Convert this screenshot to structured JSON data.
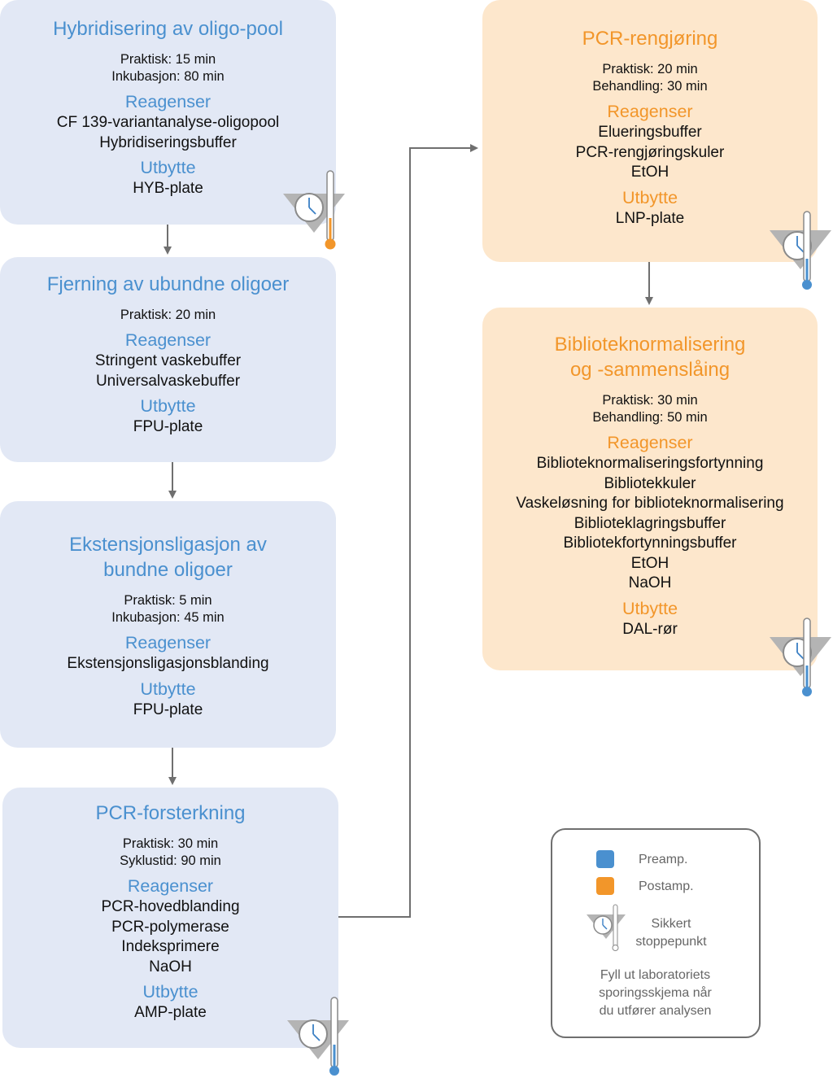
{
  "steps": [
    {
      "title_lines": [
        "Hybridisering av oligo-pool"
      ],
      "times": [
        "Praktisk: 15 min",
        "Inkubasjon: 80 min"
      ],
      "reagents_label": "Reagenser",
      "reagents": [
        "CF 139-variantanalyse-oligopool",
        "Hybridiseringsbuffer"
      ],
      "output_label": "Utbytte",
      "outputs": [
        "HYB-plate"
      ],
      "area": "preamp",
      "safe_stop": true,
      "thermometer_color": "#f2962a"
    },
    {
      "title_lines": [
        "Fjerning av ubundne oligoer"
      ],
      "times": [
        "Praktisk: 20 min"
      ],
      "reagents_label": "Reagenser",
      "reagents": [
        "Stringent vaskebuffer",
        "Universalvaskebuffer"
      ],
      "output_label": "Utbytte",
      "outputs": [
        "FPU-plate"
      ],
      "area": "preamp",
      "safe_stop": false
    },
    {
      "title_lines": [
        "Ekstensjonsligasjon av",
        "bundne oligoer"
      ],
      "times": [
        "Praktisk: 5 min",
        "Inkubasjon: 45 min"
      ],
      "reagents_label": "Reagenser",
      "reagents": [
        "Ekstensjonsligasjonsblanding"
      ],
      "output_label": "Utbytte",
      "outputs": [
        "FPU-plate"
      ],
      "area": "preamp",
      "safe_stop": false
    },
    {
      "title_lines": [
        "PCR-forsterkning"
      ],
      "times": [
        "Praktisk: 30 min",
        "Syklustid: 90 min"
      ],
      "reagents_label": "Reagenser",
      "reagents": [
        "PCR-hovedblanding",
        "PCR-polymerase",
        "Indeksprimere",
        "NaOH"
      ],
      "output_label": "Utbytte",
      "outputs": [
        "AMP-plate"
      ],
      "area": "preamp",
      "safe_stop": true,
      "thermometer_color": "#4a90cf"
    },
    {
      "title_lines": [
        "PCR-rengjøring"
      ],
      "times": [
        "Praktisk: 20 min",
        "Behandling: 30 min"
      ],
      "reagents_label": "Reagenser",
      "reagents": [
        "Elueringsbuffer",
        "PCR-rengjøringskuler",
        "EtOH"
      ],
      "output_label": "Utbytte",
      "outputs": [
        "LNP-plate"
      ],
      "area": "postamp",
      "safe_stop": true,
      "thermometer_color": "#4a90cf"
    },
    {
      "title_lines": [
        "Biblioteknormalisering",
        "og -sammenslåing"
      ],
      "times": [
        "Praktisk: 30 min",
        "Behandling: 50 min"
      ],
      "reagents_label": "Reagenser",
      "reagents": [
        "Biblioteknormaliseringsfortynning",
        "Bibliotekkuler",
        "Vaskeløsning for biblioteknormalisering",
        "Biblioteklagringsbuffer",
        "Bibliotekfortynningsbuffer",
        "EtOH",
        "NaOH"
      ],
      "output_label": "Utbytte",
      "outputs": [
        "DAL-rør"
      ],
      "area": "postamp",
      "safe_stop": true,
      "thermometer_color": "#4a90cf"
    }
  ],
  "legend": {
    "preamp_label": "Preamp.",
    "postamp_label": "Postamp.",
    "safe_stop_lines": [
      "Sikkert",
      "stoppepunkt"
    ],
    "note_lines": [
      "Fyll ut laboratoriets",
      "sporingsskjema når",
      "du utfører analysen"
    ]
  },
  "colors": {
    "preamp_box": "#e2e8f5",
    "preamp_text": "#4a90cf",
    "postamp_box": "#fde7cc",
    "postamp_text": "#f2962a",
    "arrow": "#6f6f6f"
  }
}
